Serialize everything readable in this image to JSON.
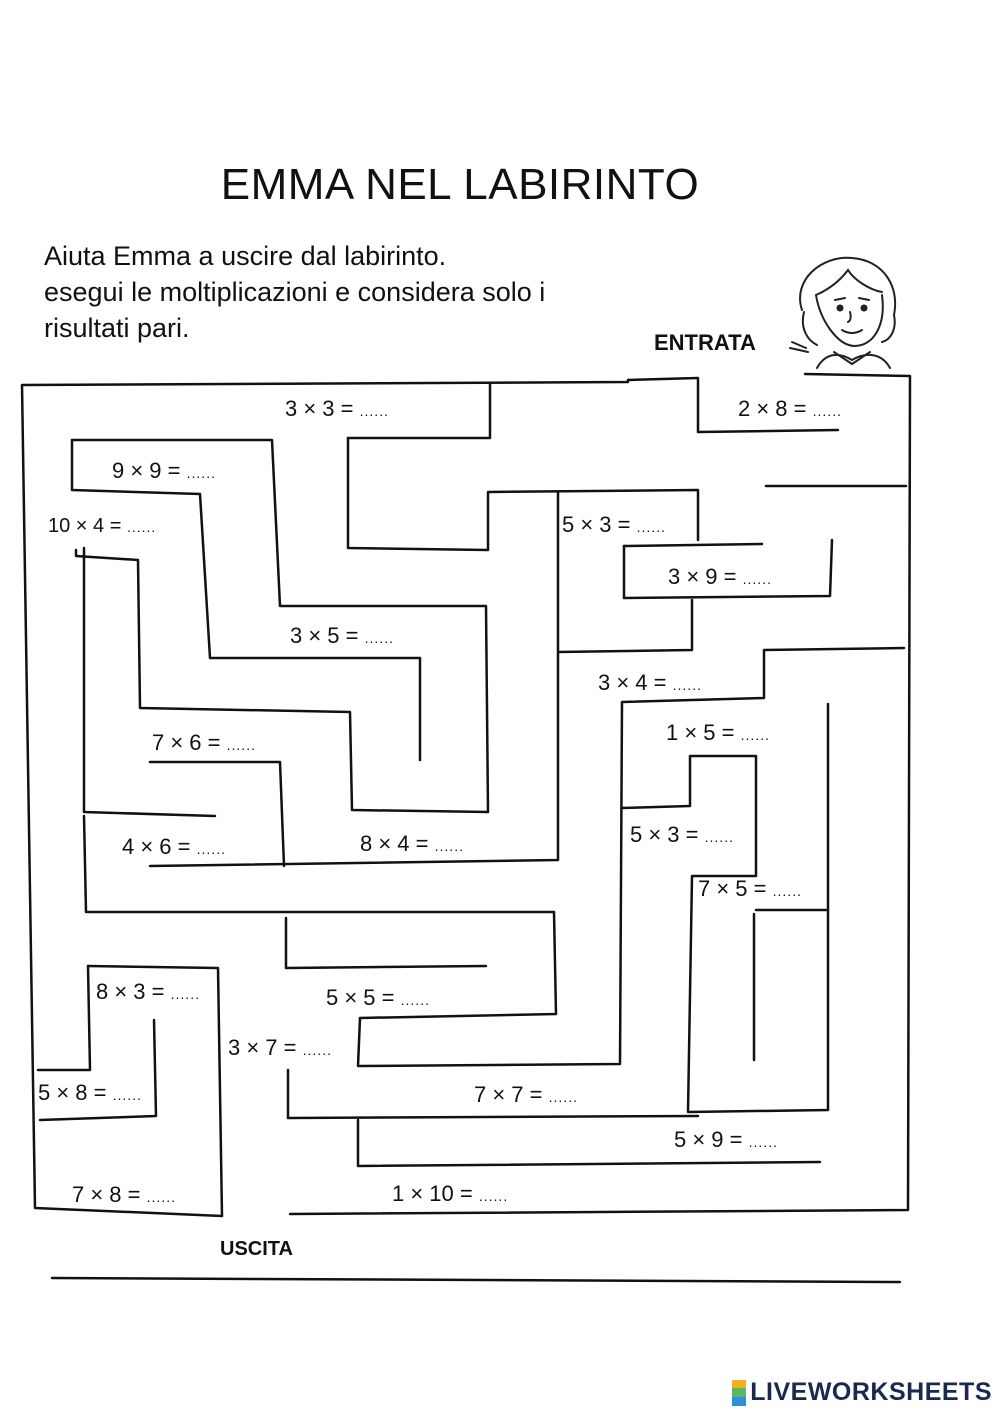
{
  "title": "EMMA NEL LABIRINTO",
  "instructions": [
    "Aiuta Emma a uscire dal labirinto.",
    "esegui le moltiplicazioni e considera solo i",
    "risultati pari."
  ],
  "labels": {
    "entrance": "ENTRATA",
    "exit": "USCITA"
  },
  "blank": "......",
  "equations": [
    {
      "expr": "3 × 3 ="
    },
    {
      "expr": "2 × 8 ="
    },
    {
      "expr": "9 × 9 ="
    },
    {
      "expr": "10 × 4 ="
    },
    {
      "expr": "5 × 3 ="
    },
    {
      "expr": "3 × 9 ="
    },
    {
      "expr": "3 × 5 ="
    },
    {
      "expr": "3 × 4 ="
    },
    {
      "expr": "1 × 5 ="
    },
    {
      "expr": "7 × 6 ="
    },
    {
      "expr": "5 × 3 ="
    },
    {
      "expr": "4 × 6 ="
    },
    {
      "expr": "8 × 4 ="
    },
    {
      "expr": "7 × 5 ="
    },
    {
      "expr": "8 × 3 ="
    },
    {
      "expr": "5 × 5 ="
    },
    {
      "expr": "3 × 7 ="
    },
    {
      "expr": "5 × 8 ="
    },
    {
      "expr": "7 × 7 ="
    },
    {
      "expr": "5 × 9 ="
    },
    {
      "expr": "7 × 8 ="
    },
    {
      "expr": "1 × 10 ="
    }
  ],
  "logo": {
    "text": "LIVEWORKSHEETS",
    "colors": [
      "#f2b01e",
      "#5cb85c",
      "#2f8fd8"
    ]
  }
}
